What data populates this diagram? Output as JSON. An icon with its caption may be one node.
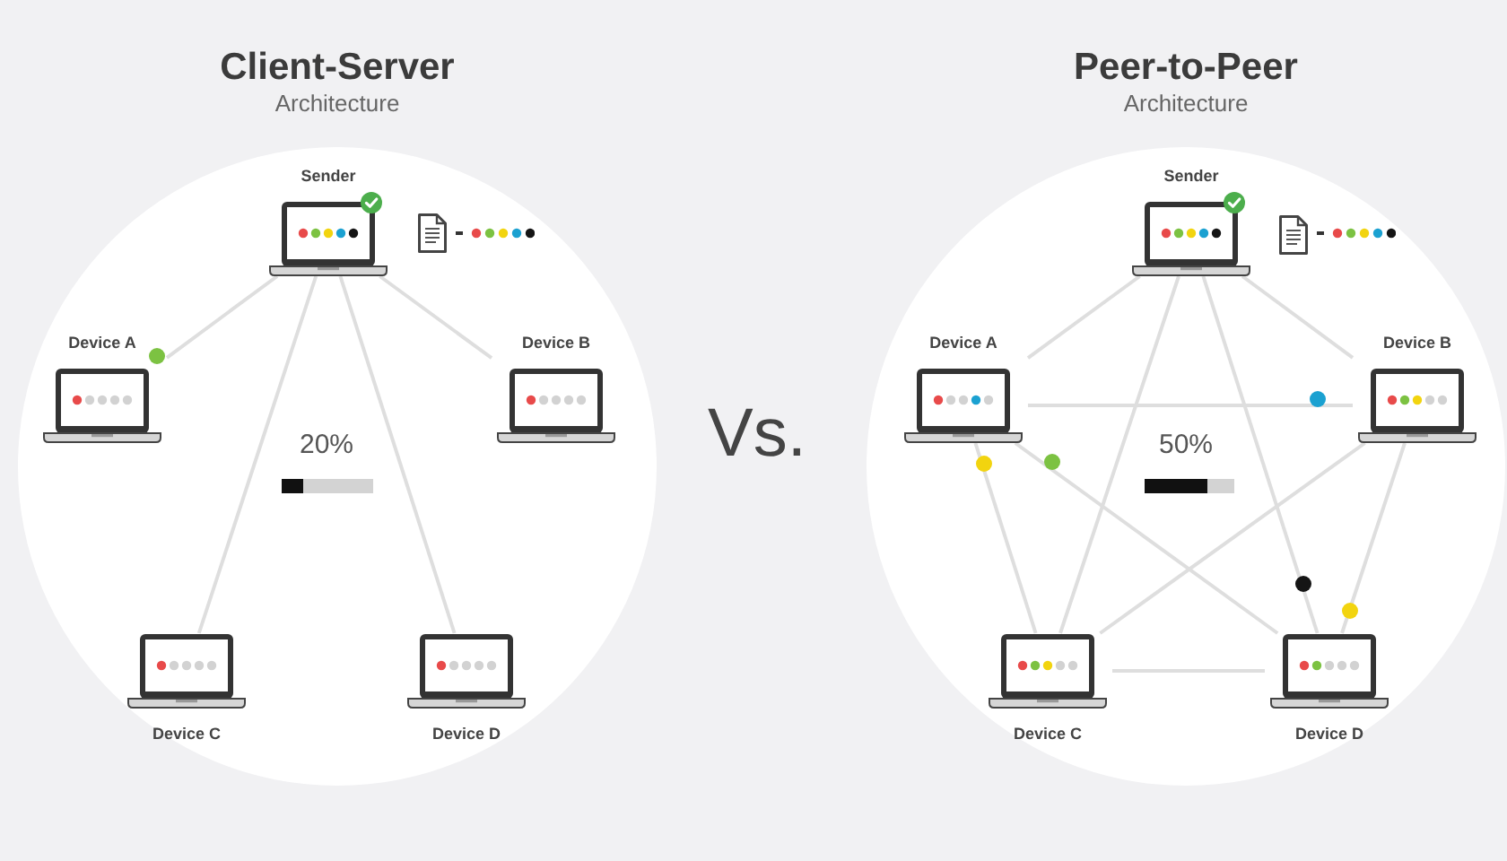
{
  "diagram": {
    "nodes": [
      {
        "text": [
          "Client-Server",
          "Architecture"
        ]
      },
      {
        "text": [
          "Sender"
        ],
        "in": 0
      },
      {
        "text": [
          "Device A"
        ],
        "in": 0
      },
      {
        "text": [
          "Device B"
        ],
        "in": 0
      },
      {
        "text": [
          "Device C"
        ],
        "in": 0
      },
      {
        "text": [
          "Device D"
        ],
        "in": 0
      },
      {
        "text": [
          "Peer-to-Peer",
          "Architecture"
        ]
      },
      {
        "text": [
          "Sender"
        ],
        "in": 6
      },
      {
        "text": [
          "Device A"
        ],
        "in": 6
      },
      {
        "text": [
          "Device B"
        ],
        "in": 6
      },
      {
        "text": [
          "Device C"
        ],
        "in": 6
      },
      {
        "text": [
          "Device D"
        ],
        "in": 6
      }
    ],
    "edges": [
      {
        "from": 1,
        "to": 2,
        "arrow": "none"
      },
      {
        "from": 1,
        "to": 3,
        "arrow": "none"
      },
      {
        "from": 1,
        "to": 4,
        "arrow": "none"
      },
      {
        "from": 1,
        "to": 5,
        "arrow": "none"
      },
      {
        "from": 7,
        "to": 8,
        "arrow": "none"
      },
      {
        "from": 7,
        "to": 9,
        "arrow": "none"
      },
      {
        "from": 7,
        "to": 10,
        "arrow": "none"
      },
      {
        "from": 7,
        "to": 11,
        "arrow": "none"
      },
      {
        "from": 8,
        "to": 9,
        "arrow": "none"
      },
      {
        "from": 8,
        "to": 10,
        "arrow": "none"
      },
      {
        "from": 8,
        "to": 11,
        "arrow": "none"
      },
      {
        "from": 9,
        "to": 10,
        "arrow": "none"
      },
      {
        "from": 9,
        "to": 11,
        "arrow": "none"
      },
      {
        "from": 10,
        "to": 11,
        "arrow": "none"
      }
    ],
    "labels": [
      "20%",
      "Vs.",
      "50%"
    ]
  }
}
